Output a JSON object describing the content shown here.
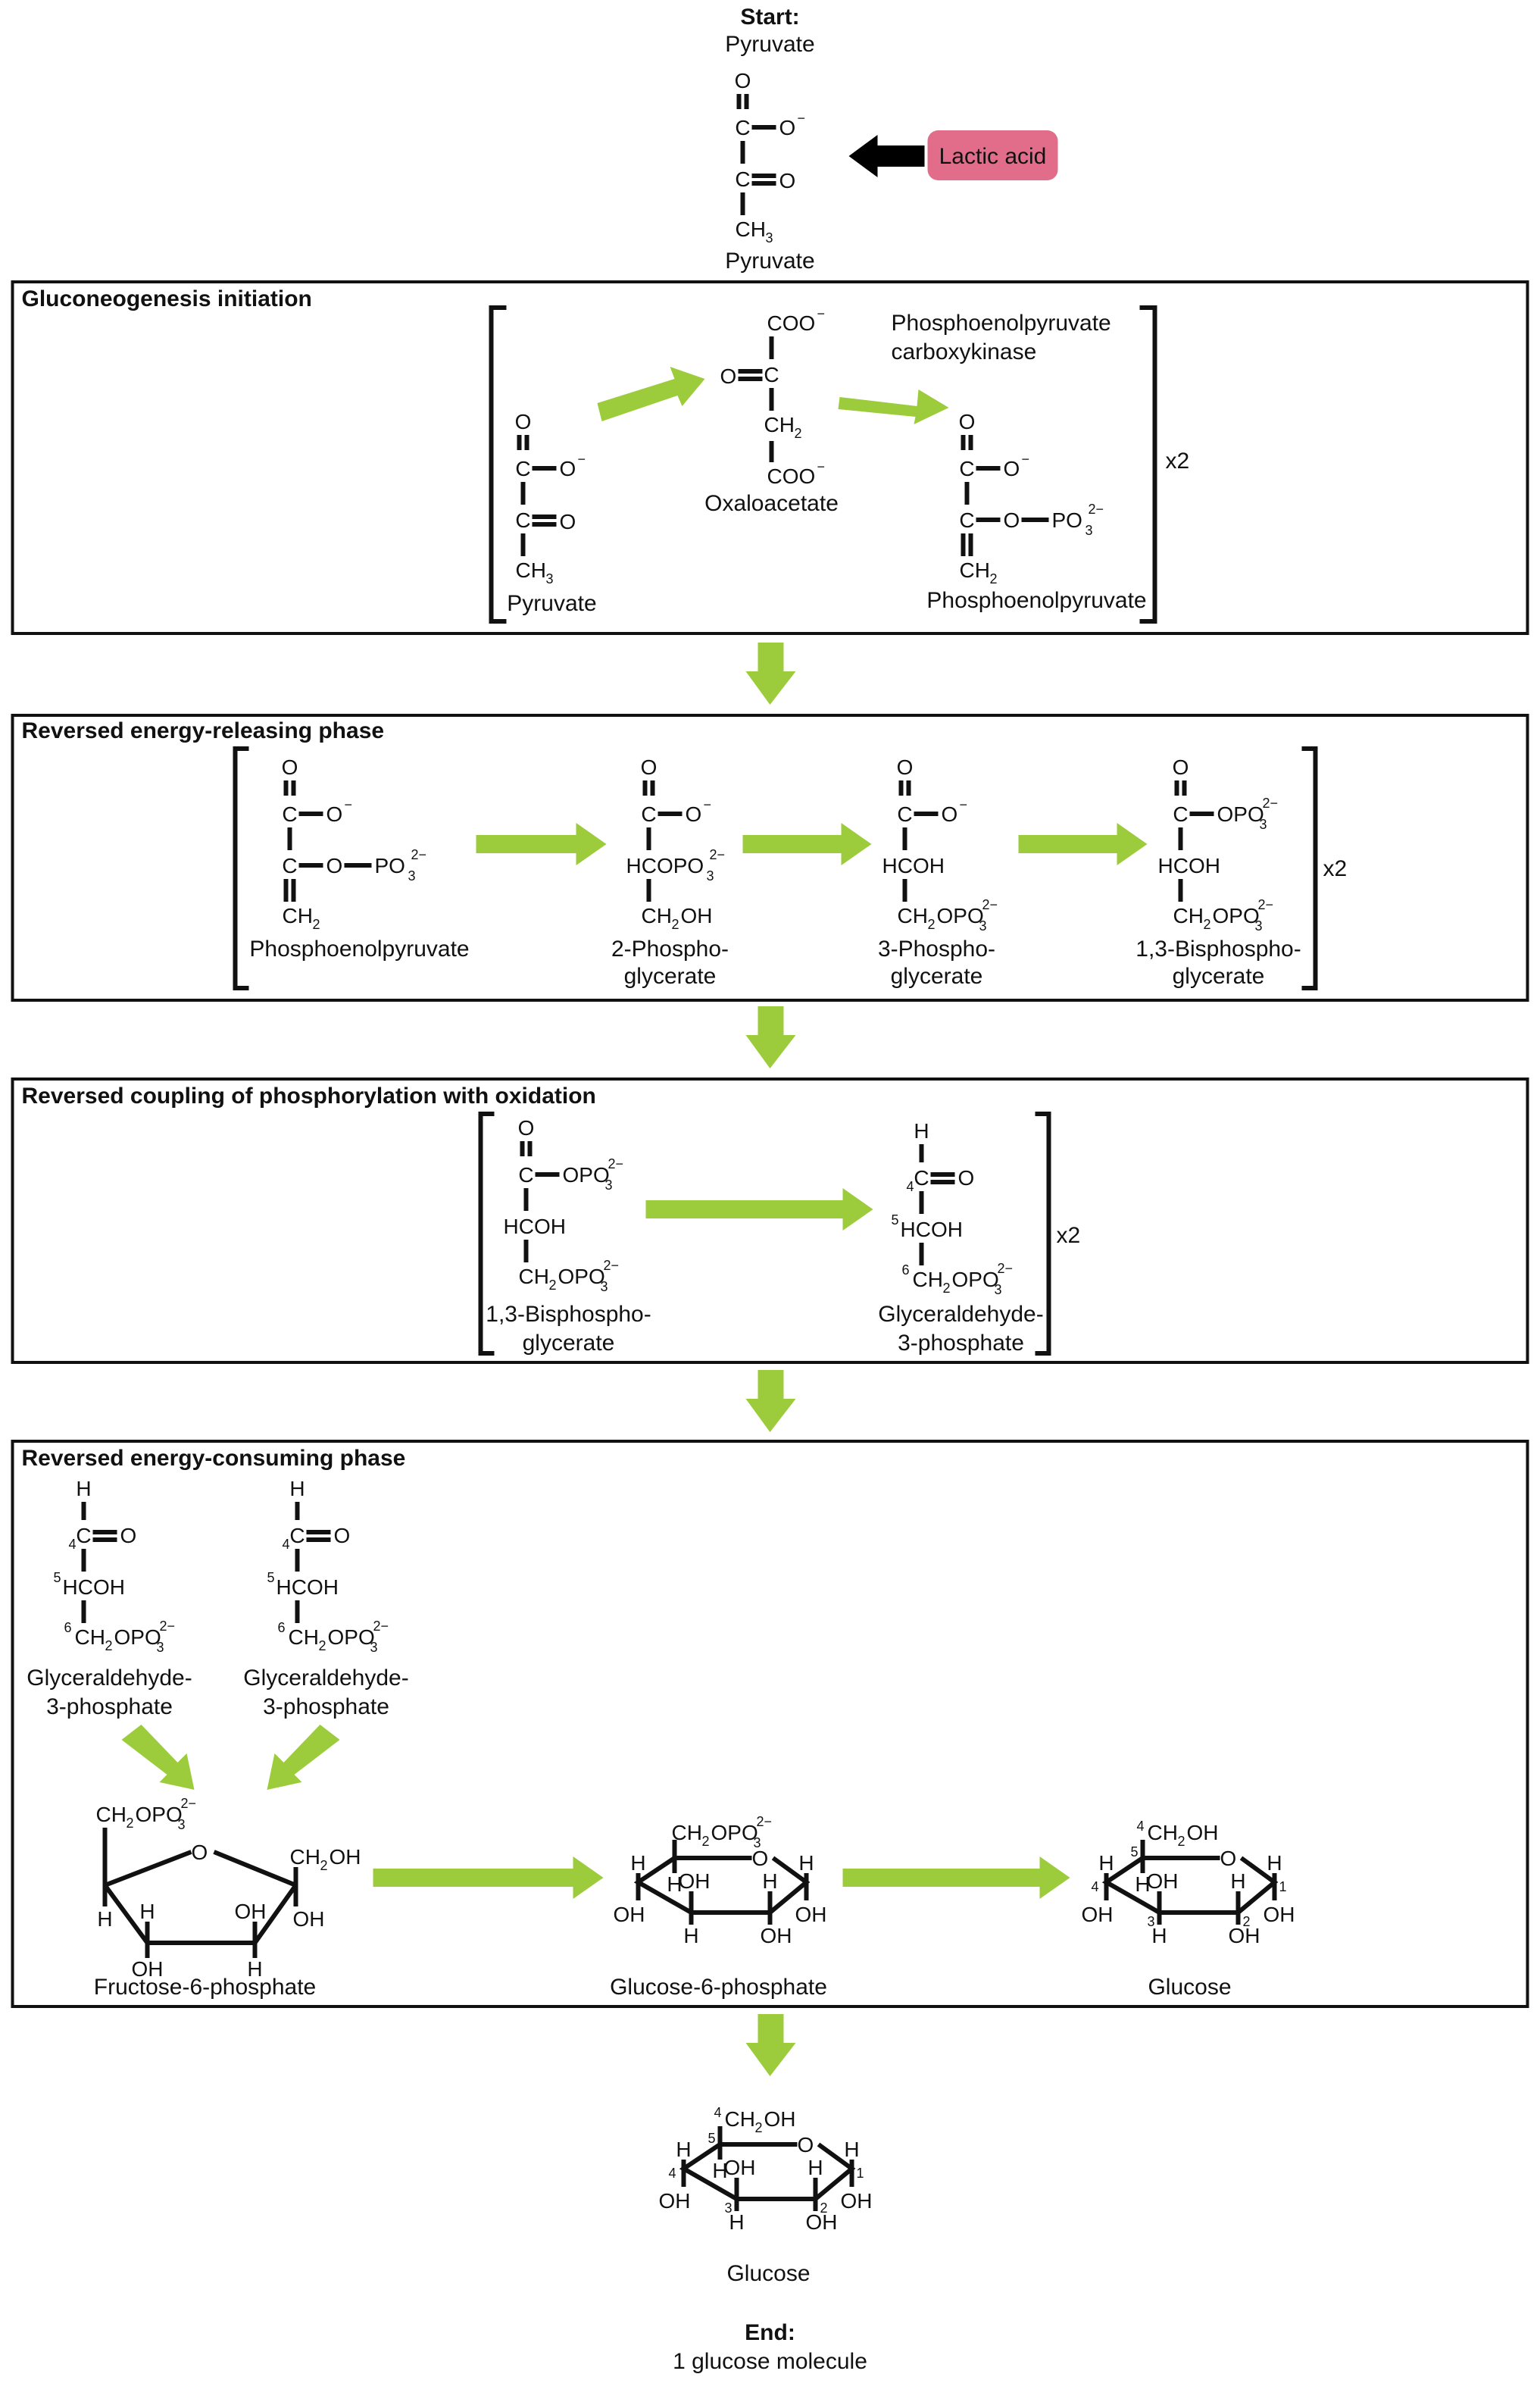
{
  "start": {
    "heading": "Start:",
    "label": "Pyruvate"
  },
  "lactic_acid": {
    "label": "Lactic acid",
    "color": "#e26d8a"
  },
  "colors": {
    "arrow": "#9ccc3c",
    "box_border": "#111111",
    "lactic_arrow": "#000000"
  },
  "sections": [
    {
      "title": "Gluconeogenesis initiation",
      "multiplier": "x2",
      "labels": {
        "pyruvate": "Pyruvate",
        "oxaloacetate": "Oxaloacetate",
        "pep": "Phosphoenolpyruvate",
        "enzyme_line1": "Phosphoenolpyruvate",
        "enzyme_line2": "carboxykinase"
      }
    },
    {
      "title": "Reversed energy-releasing phase",
      "multiplier": "x2",
      "labels": {
        "pep": "Phosphoenolpyruvate",
        "pg2_l1": "2-Phospho-",
        "pg2_l2": "glycerate",
        "pg3_l1": "3-Phospho-",
        "pg3_l2": "glycerate",
        "bpg_l1": "1,3-Bisphospho-",
        "bpg_l2": "glycerate"
      }
    },
    {
      "title": "Reversed coupling of phosphorylation with oxidation",
      "multiplier": "x2",
      "labels": {
        "bpg_l1": "1,3-Bisphospho-",
        "bpg_l2": "glycerate",
        "g3p_l1": "Glyceraldehyde-",
        "g3p_l2": "3-phosphate"
      }
    },
    {
      "title": "Reversed energy-consuming phase",
      "labels": {
        "g3p_l1": "Glyceraldehyde-",
        "g3p_l2": "3-phosphate",
        "f6p": "Fructose-6-phosphate",
        "g6p": "Glucose-6-phosphate",
        "glucose": "Glucose"
      }
    }
  ],
  "final_product": {
    "label": "Glucose"
  },
  "end": {
    "heading": "End:",
    "label": "1 glucose molecule"
  }
}
